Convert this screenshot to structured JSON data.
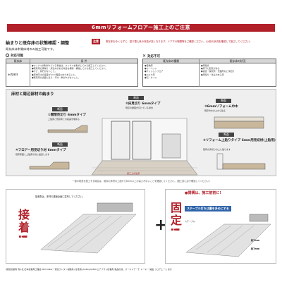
{
  "header": {
    "title": "6mmリフォームフロアー施工上のご注意"
  },
  "section1": {
    "title": "納まりと既存床の状態確認・調整",
    "note_badge": "注意",
    "note_text": "既存床をめくらずに、貼り替え後の床高が高くなります。ドア下の隙間等をご確認ください。(以前の状況を確認して施工してください)",
    "subline": "既存床は木質床材のみ施工可能です。",
    "ok_label": "対応可能",
    "ng_label": "対応不可",
    "ok_table": {
      "headers": [
        "既存床",
        "条 件"
      ],
      "row_label": "木質床材",
      "conditions": [
        "●ワックスが剥がれている場合は、ワックスを剥がしてから施工してください。",
        "●既存床の床鳴り・床沈みがある場合は補修・補強してから施工してください。",
        "●カビ、腐朽がないこと。",
        "●床材同士の段差が1mm程度以内であること。",
        "●既存床の表面に反り・浮き・剥がれがないこと。"
      ]
    },
    "ng_table": {
      "headers": [
        "既存床の種類",
        "既存床の状況"
      ],
      "types": [
        "●畳敷床",
        "●カーペット",
        "●クッションフロア",
        "●コルク床",
        "●石・タイル"
      ],
      "conditions": [
        "●床暖房",
        "●床下に配管がある",
        "●浴室・脱衣所・洗面所など水回り",
        "●床鳴り・沈みのある床"
      ]
    }
  },
  "section2": {
    "title": "床材と周辺部材の納まり",
    "tags": [
      "断面",
      "断面",
      "断面",
      "断面",
      "断面"
    ],
    "details": [
      {
        "title": "①開閉見切り 6mmタイプ",
        "sub": "上貼床と既存床との段差を埋める"
      },
      {
        "title": "②床見切り 6mmタイプ",
        "sub": "既存の壁面が引けている場合"
      },
      {
        "title": "③6mmリフォーム巾木",
        "sub": "既存巾木の上から貼る"
      },
      {
        "title": "④フロアー用見切り材 6mmタイプ",
        "sub": "既存床面と上貼床の境に設置します"
      },
      {
        "title": "⑤リフォーム上貼りタイプ 6mm用見切材(上貼用)",
        "sub": "既存の見切りの上に貼ります"
      }
    ],
    "figure_caption": "施工上の注意"
  },
  "caution_text": "一部の寝室を施工する場合は、既存の床材の上面から6mm以上の高さがないことを確認してください。(施工前に必ず確認してください)",
  "bottom": {
    "left_title": "接着!",
    "left_sub": "接着剤は、床材の裏面全面に塗布してください。",
    "right_title": "固定!",
    "right_banner": "●開構は、施工前前に!",
    "right_sub": "ステープル打ちは量を多めにする",
    "right_label1": "ステープル",
    "right_label2": "約7mm",
    "right_label3": "約7mm"
  },
  "footer": "(推奨接着剤 例)(社)日本接着剤工業会 MUCONG(一液性ウレタン樹脂系) 住宅用 JAU60,JAU80Cエアブラシ接着剤 製品の他、オーキドアーチ トーキー 製品 フロアエース ほか"
}
